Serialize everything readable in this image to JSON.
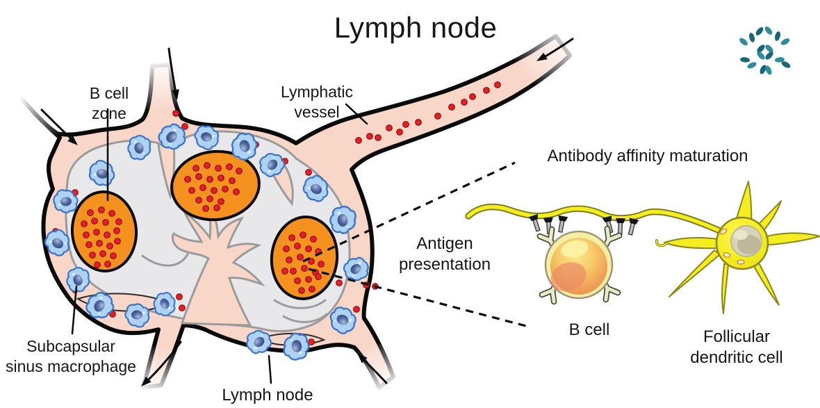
{
  "title": "Lymph node",
  "labels": {
    "b_cell_zone": {
      "line1": "B cell",
      "line2": "zone"
    },
    "lymphatic_vessel": {
      "line1": "Lymphatic",
      "line2": "vessel"
    },
    "subcapsular": {
      "line1": "Subcapsular",
      "line2": "sinus macrophage"
    },
    "lymph_node": "Lymph node",
    "antibody_affinity": "Antibody affinity maturation",
    "antigen_presentation": {
      "line1": "Antigen",
      "line2": "presentation"
    },
    "b_cell": "B cell",
    "fdc": {
      "line1": "Follicular",
      "line2": "dendritic cell"
    }
  },
  "icons": {
    "logo": "leaf-cluster-logo",
    "flow_arrows": "lymph-flow-arrow",
    "connector": "zoom-dashed-connector"
  },
  "colors": {
    "text": "#161616",
    "capsule": "#0a0a0a",
    "node_pink": "#f8d7c9",
    "cortex_gray": "#e8e7e9",
    "cortex_stroke": "#9b9b9b",
    "follicle_orange": "#f5921f",
    "antigen_red": "#ee1c25",
    "macrophage_blue": "#aed2f3",
    "macrophage_stroke": "#3b74c9",
    "cell_yellow": "#f4ee20",
    "fdc_stroke": "#8a861c",
    "b_cell_orange": "#f0a055",
    "logo_teal_dark": "#176776",
    "logo_teal_light": "#2e8c9b"
  }
}
